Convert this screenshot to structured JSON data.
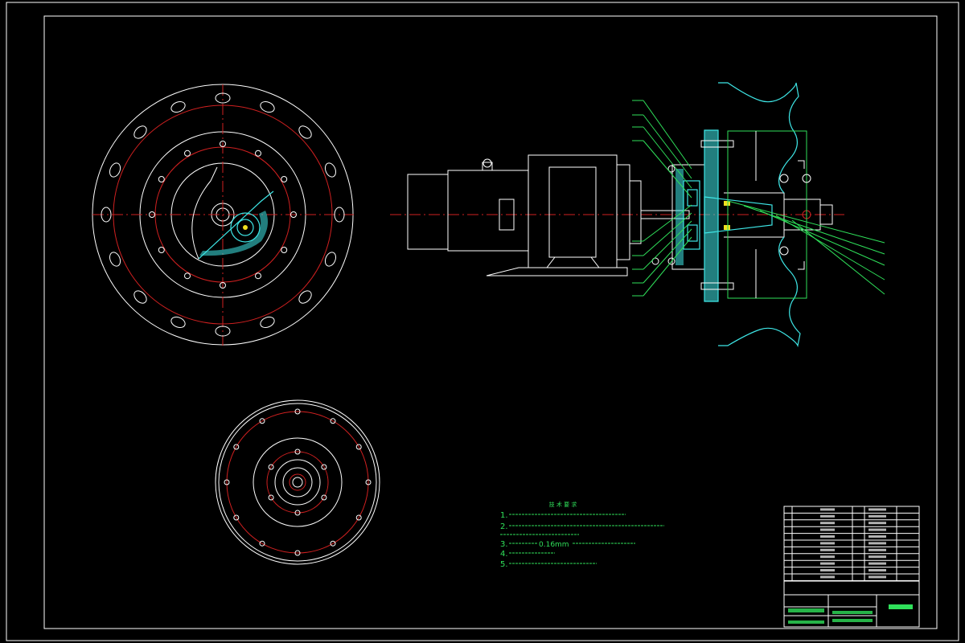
{
  "colors": {
    "background": "#000000",
    "outline": "#ffffff",
    "centerline": "#d02020",
    "leader": "#2fe05a",
    "section": "#3ee6e6",
    "highlight": "#f0e020"
  },
  "tech_notes": {
    "heading": "技 术 要 求",
    "items": [
      "1.",
      "2.",
      "3.",
      "0.16mm",
      "4.",
      "5."
    ]
  }
}
